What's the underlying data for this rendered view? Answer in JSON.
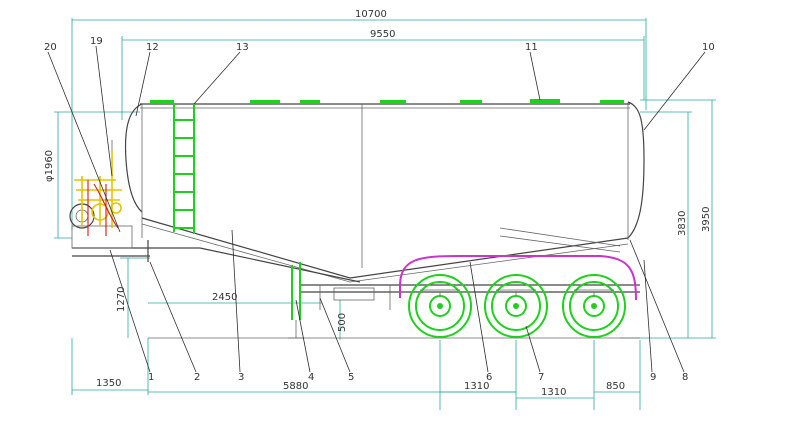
{
  "dimensions": {
    "overall_length": "10700",
    "tank_length": "9550",
    "tank_diameter": "φ1960",
    "height_3830": "3830",
    "height_3950": "3950",
    "height_1270": "1270",
    "dim_2450": "2450",
    "dim_500": "500",
    "front_overhang": "1350",
    "dim_5880": "5880",
    "axle_spacing_1": "1310",
    "axle_spacing_2": "1310",
    "rear_overhang": "850"
  },
  "callouts": {
    "c1": "1",
    "c2": "2",
    "c3": "3",
    "c4": "4",
    "c5": "5",
    "c6": "6",
    "c7": "7",
    "c8": "8",
    "c9": "9",
    "c10": "10",
    "c11": "11",
    "c12": "12",
    "c13": "13",
    "c19": "19",
    "c20": "20"
  },
  "colors": {
    "dimension": "#2aa7a0",
    "outline": "#444444",
    "wheels": "#1fd11f",
    "fender": "#cc33cc",
    "piping": "#e3c400"
  }
}
